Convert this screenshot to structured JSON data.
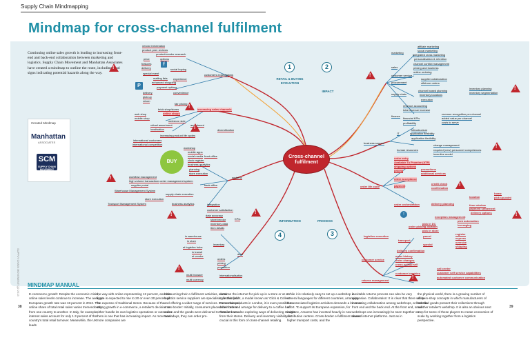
{
  "header": {
    "section": "Supply Chain Mindmapping"
  },
  "title": "Mindmap for cross-channel fulfilment",
  "intro": "Continuing online sales growth is leading to increasing front-end and back-end collaboration between marketing and logistics. Supply Chain Movement and Manhattan Associates have created a mindmap to outline the route, including road signs indicating potential hazards along the way.",
  "logos": {
    "caption": "Created Mindmap",
    "manhattan": "Manhattan",
    "manhattan_sub": "ASSOCIATES",
    "scm": "SCM",
    "scm_sub": "SUPPLY CHAIN MOVEMENT"
  },
  "center": "Cross-channel fulfilment",
  "quadrants": [
    {
      "num": "1",
      "label": "RETAIL & BUYING EVOLUTION"
    },
    {
      "num": "2",
      "label": "IMPACT"
    },
    {
      "num": "3",
      "label": "PROCESS"
    },
    {
      "num": "4",
      "label": "INFORMATION"
    }
  ],
  "q1_nodes": [
    "vendor information",
    "product peer reviews",
    "product/vendor research",
    "price",
    "options",
    "features",
    "delivery",
    "special event",
    "mailing lists",
    "enhanced shopping",
    "payment options",
    "social buying",
    "experience",
    "customers expectations",
    "delivery",
    "pick up",
    "return",
    "convenience",
    "fair pricing",
    "increasing sales channels",
    "brick shop/stores",
    "online shops",
    "web shop",
    "mobile shop",
    "webstore side",
    "assortment",
    "virtual assortment",
    "localisation",
    "diversification",
    "increasing product life cycles",
    "international customers",
    "international competition"
  ],
  "q2_nodes": [
    "marketing",
    "affiliate marketing",
    "social marketing",
    "integrated cross marketing",
    "personalisation & retention",
    "sales",
    "channel conflict management",
    "pricing and business",
    "online ordering",
    "customer service",
    "procurement",
    "supplier collaboration",
    "offshore orders",
    "supply chain",
    "channel based planning",
    "inventory locations",
    "execution",
    "inventory planning",
    "inventory segmentation",
    "finance",
    "revenue accounting",
    "total revenue increase",
    "financial KPIs",
    "profitability",
    "revenue recognition per channel",
    "added value per channel",
    "costs to serve",
    "IT",
    "application flexibility",
    "infrastructure",
    "application flexibility",
    "business support",
    "change management",
    "human resources",
    "required (new) personnel competences",
    "incentive model"
  ],
  "q3_nodes": [
    "order entry",
    "Available To Promise (ATP)",
    "shipping options",
    "pricing",
    "order acceptance",
    "promotions",
    "additional services",
    "payment",
    "credit check",
    "confirmation",
    "order life cycle",
    "location",
    "order orchestration",
    "delivery planning",
    "home",
    "pick up point",
    "delivery options",
    "time window",
    "payment settlement",
    "exception management",
    "pick automation",
    "leveraging",
    "order picking location",
    "pick in DC",
    "pick in store",
    "logistics execution",
    "transport",
    "parcel",
    "special",
    "register",
    "express",
    "oversize",
    "shipping",
    "delivery confirmation",
    "order history",
    "order changes",
    "cross-sell/up sell",
    "customer service",
    "customer inquiries",
    "call center",
    "customer self service capabilities",
    "automated customer communication",
    "returns management"
  ],
  "q4_nodes": [
    "workflow management",
    "high volume transactions",
    "supplier portal",
    "Warehouse Management System",
    "Transport Management System",
    "order management system",
    "supply chain execution",
    "business analytics",
    "store execution",
    "workshop",
    "mobile apps",
    "social media",
    "clock register",
    "business analytics",
    "planning",
    "store execution",
    "front-office",
    "back-office",
    "systems",
    "integration",
    "customer satisfaction",
    "data accuracy",
    "store/vendor",
    "inventory data",
    "item details",
    "KPIs",
    "in warehouse",
    "in store",
    "at logistics hubs",
    "in transit",
    "at vendor",
    "inventory",
    "data",
    "orders",
    "pricing",
    "promotion",
    "multi browser",
    "multi currency",
    "internationalisation"
  ],
  "manual": {
    "heading": "MINDMAP MANUAL",
    "col1": "E-commerce growth: Despite the economic crisis, online sales levels continue to increase. The average European growth rate was 18 percent in 2012. The online share of total retail sales varies tremendously from one country to another. In Italy, for example, internet sales account for only 1.3 percent of the country's total retail turnover. Meanwhile, the UK leads",
    "col2": "the way with online representing 12 percent, and this figure is expected to rise to 20 or even 30 percent of the expense of traditional stores. Because of the strong growth in e-commerce, a retailer's decision to either handle its own logistics operations or outsource them is one that has increasing impact. As more and more companies are",
    "col3": "outsourcing their e-fulfilment activities, certain logistics service suppliers are specialising in this field and offering a wider range of services. Cross-channel, cross-border: Initially, consumers placed their orders online and the goods were delivered to them at home. Nowadays, they can order pro-",
    "col4": "ducts on the internet for pick up in a store or at a collection point, a model known as 'Click & Collect'. For certain products in London, it is even possible to order from and arrange for delivery to a coffee bar. Retailers are also exploring ways of delivering straight from their stores. Delivery and inventory visibility is crucial in this form of cross-channel retailing.",
    "col5": "While it is relatively easy to set up a webshop in several languages for different countries, arranging the associated logistics activities demands a lot more effort. To support its European expansion, for instance, Amazon has invested heavily in new distribution centres. Cross-border e-fulfilment means higher transport costs, and the",
    "col6": "inevitable returns process can also be very expensive. Collaboration: It is clear that there will be increasing collaboration among webshops, at both the front end and the back end. At the front end, small webshops can increasingly be seen together on shared internet platforms. Just as in",
    "col7": "the physical world, there is a growing number of shop-in-shop concepts in which manufacturers of branded goods present their collections through another retailer's webshop. It is also an obvious next step for some of these players to create economies of scale by working together from a logistics perspective."
  },
  "pages": {
    "left": "38",
    "right": "39"
  },
  "side_text": "SUPPLY CHAIN MOVEMENT Q2 2013"
}
